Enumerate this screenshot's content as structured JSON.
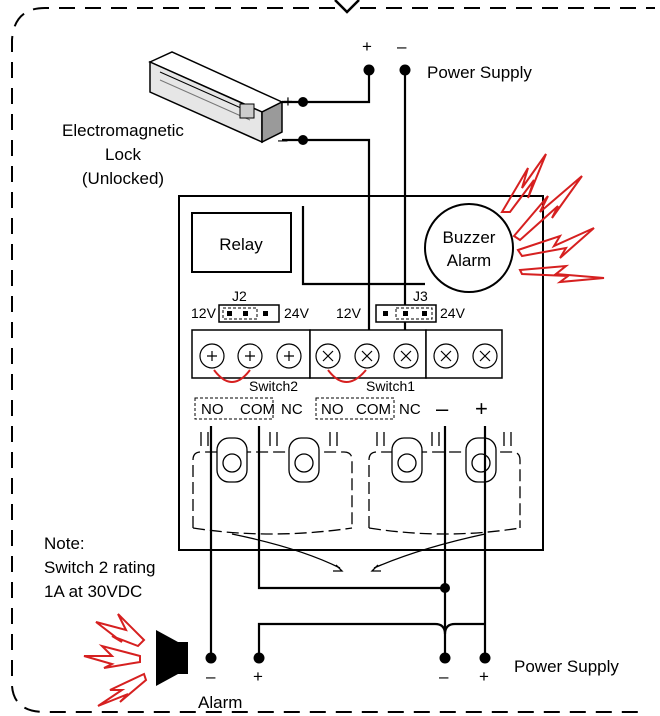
{
  "labels": {
    "power_supply_top": "Power Supply",
    "power_supply_bottom": "Power Supply",
    "lock_line1": "Electromagnetic",
    "lock_line2": "Lock",
    "lock_line3": "(Unlocked)",
    "relay": "Relay",
    "buzzer_line1": "Buzzer",
    "buzzer_line2": "Alarm",
    "j2": "J2",
    "j3": "J3",
    "j2_12v": "12V",
    "j2_24v": "24V",
    "j3_12v": "12V",
    "j3_24v": "24V",
    "switch2": "Switch2",
    "switch1": "Switch1",
    "term_no_1": "NO",
    "term_com_1": "COM",
    "term_nc_1": "NC",
    "term_no_2": "NO",
    "term_com_2": "COM",
    "term_nc_2": "NC",
    "term_minus": "–",
    "term_plus": "+",
    "note_line1": "Note:",
    "note_line2": "Switch 2 rating",
    "note_line3": "1A at 30VDC",
    "alarm": "Alarm",
    "plus": "+",
    "minus": "–"
  }
}
